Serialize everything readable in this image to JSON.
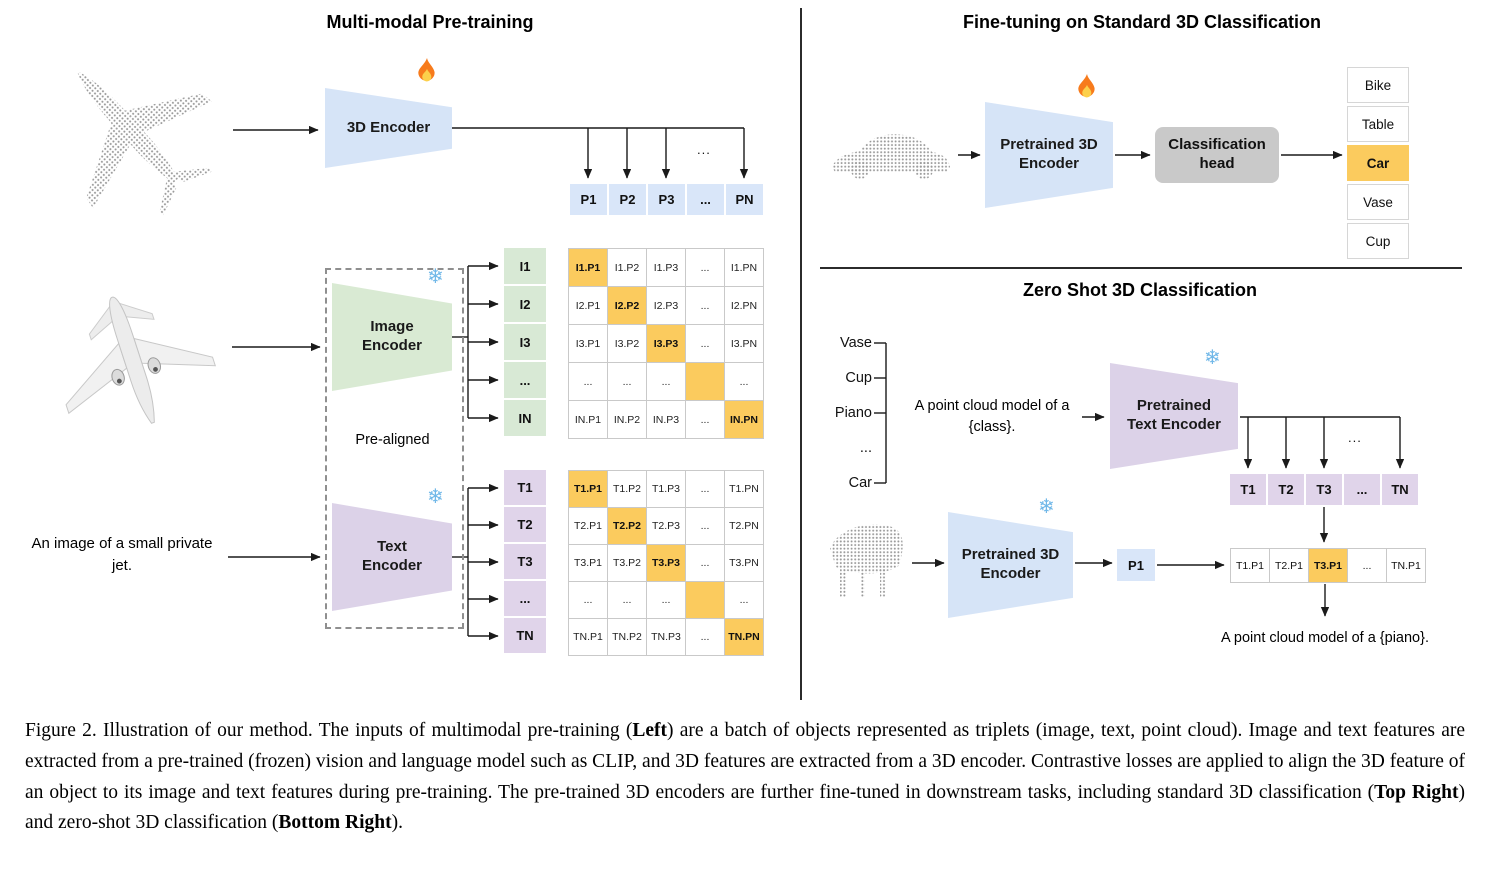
{
  "left": {
    "title": "Multi-modal Pre-training",
    "encoder_3d_label": "3D Encoder",
    "image_encoder_label": "Image Encoder",
    "text_encoder_label": "Text Encoder",
    "pre_aligned": "Pre-aligned",
    "input_text": "An image of a small private jet.",
    "p_row": [
      "P1",
      "P2",
      "P3",
      "...",
      "PN"
    ],
    "i_labels": [
      "I1",
      "I2",
      "I3",
      "...",
      "IN"
    ],
    "t_labels": [
      "T1",
      "T2",
      "T3",
      "...",
      "TN"
    ],
    "arrows_ellipsis": "...",
    "i_matrix": [
      [
        "I1.P1",
        "I1.P2",
        "I1.P3",
        "...",
        "I1.PN"
      ],
      [
        "I2.P1",
        "I2.P2",
        "I2.P3",
        "...",
        "I2.PN"
      ],
      [
        "I3.P1",
        "I3.P2",
        "I3.P3",
        "...",
        "I3.PN"
      ],
      [
        "...",
        "...",
        "...",
        "",
        "..."
      ],
      [
        "IN.P1",
        "IN.P2",
        "IN.P3",
        "...",
        "IN.PN"
      ]
    ],
    "t_matrix": [
      [
        "T1.P1",
        "T1.P2",
        "T1.P3",
        "...",
        "T1.PN"
      ],
      [
        "T2.P1",
        "T2.P2",
        "T2.P3",
        "...",
        "T2.PN"
      ],
      [
        "T3.P1",
        "T3.P2",
        "T3.P3",
        "...",
        "T3.PN"
      ],
      [
        "...",
        "...",
        "...",
        "",
        "..."
      ],
      [
        "TN.P1",
        "TN.P2",
        "TN.P3",
        "...",
        "TN.PN"
      ]
    ]
  },
  "top_right": {
    "title": "Fine-tuning on Standard 3D Classification",
    "encoder_label": "Pretrained 3D Encoder",
    "head_label": "Classification head",
    "classes": [
      "Bike",
      "Table",
      "Car",
      "Vase",
      "Cup"
    ],
    "highlighted_index": 2
  },
  "bottom_right": {
    "title": "Zero Shot 3D Classification",
    "class_list": [
      "Vase",
      "Cup",
      "Piano",
      "...",
      "Car"
    ],
    "prompt": "A point cloud model of a {class}.",
    "text_encoder_label": "Pretrained Text Encoder",
    "encoder_label": "Pretrained 3D Encoder",
    "t_row": [
      "T1",
      "T2",
      "T3",
      "...",
      "TN"
    ],
    "arrows_ellipsis": "...",
    "p_cell": "P1",
    "result_row": [
      "T1.P1",
      "T2.P1",
      "T3.P1",
      "...",
      "TN.P1"
    ],
    "highlighted_index": 2,
    "output": "A point cloud model of a {piano}."
  },
  "caption": {
    "parts": [
      {
        "t": "Figure 2. Illustration of our method. The inputs of multimodal pre-training ("
      },
      {
        "t": "Left",
        "b": true
      },
      {
        "t": ") are a batch of objects represented as triplets (image, text, point cloud). Image and text features are extracted from a pre-trained (frozen) vision and language model such as CLIP, and 3D features are extracted from a 3D encoder. Contrastive losses are applied to align the 3D feature of an object to its image and text features during pre-training. The pre-trained 3D encoders are further fine-tuned in downstream tasks, including standard 3D classification ("
      },
      {
        "t": "Top Right",
        "b": true
      },
      {
        "t": ") and zero-shot 3D classification ("
      },
      {
        "t": "Bottom Right",
        "b": true
      },
      {
        "t": ")."
      }
    ]
  },
  "icons": {
    "snowflake": "❄"
  },
  "colors": {
    "highlight_orange": "#FBCB5E",
    "encoder_blue": "#D6E4F7",
    "encoder_green": "#D9EAD3",
    "encoder_purple": "#DCD2E8",
    "cell_blue": "#D9E6F9",
    "cell_green": "#D8E9D5",
    "cell_purple": "#E0D4EA",
    "head_gray": "#C9C9C9"
  }
}
